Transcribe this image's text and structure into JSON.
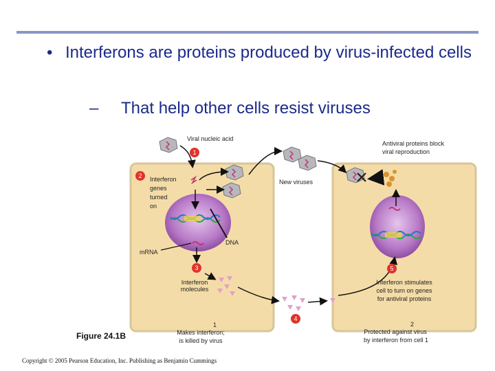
{
  "slide": {
    "bullet_symbol": "•",
    "bullet_text": "Interferons are proteins produced by virus-infected cells",
    "sub_dash": "–",
    "sub_text": "That help other cells resist viruses"
  },
  "diagram": {
    "labels": {
      "viral_nucleic_acid": "Viral nucleic acid",
      "antiviral_proteins_1": "Antiviral proteins block",
      "antiviral_proteins_2": "viral reproduction",
      "interferon_genes_1": "Interferon",
      "interferon_genes_2": "genes",
      "interferon_genes_3": "turned",
      "interferon_genes_4": "on",
      "new_viruses": "New viruses",
      "dna": "DNA",
      "mrna": "mRNA",
      "interferon_molecules_1": "Interferon",
      "interferon_molecules_2": "molecules",
      "stimulates_1": "Interferon stimulates",
      "stimulates_2": "cell to turn on genes",
      "stimulates_3": "for antiviral proteins",
      "cell1_title": "1",
      "cell1_desc_1": "Makes interferon;",
      "cell1_desc_2": "is killed by virus",
      "cell2_title": "2",
      "cell2_desc_1": "Protected against virus",
      "cell2_desc_2": "by interferon from cell 1"
    },
    "steps": [
      "1",
      "2",
      "3",
      "4",
      "5"
    ],
    "colors": {
      "cell_fill": "#f4dca8",
      "cell_border": "#d8c59a",
      "nucleus": "#b06fc0",
      "step_marker": "#e0332b"
    }
  },
  "figure_caption": "Figure 24.1B",
  "copyright": "Copyright © 2005 Pearson Education, Inc. Publishing as Benjamin Cummings"
}
